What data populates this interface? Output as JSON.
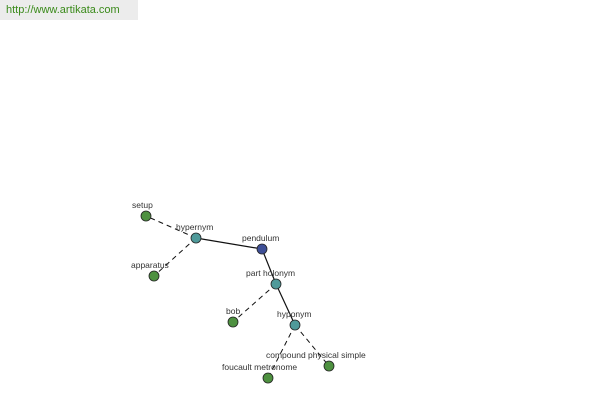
{
  "header": {
    "url": "http://www.artikata.com"
  },
  "colors": {
    "root": "#3e4f97",
    "relation": "#4f9a9a",
    "leaf": "#4e9140",
    "url_text": "#3a8a1a"
  },
  "nodes": {
    "pendulum": "pendulum",
    "hypernym": "hypernym",
    "setup": "setup",
    "apparatus": "apparatus",
    "part_holonym": "part holonym",
    "bob": "bob",
    "hyponym": "hyponym",
    "compound_physical_simple": "compound physical simple",
    "foucault_metronome": "foucault metronome"
  }
}
